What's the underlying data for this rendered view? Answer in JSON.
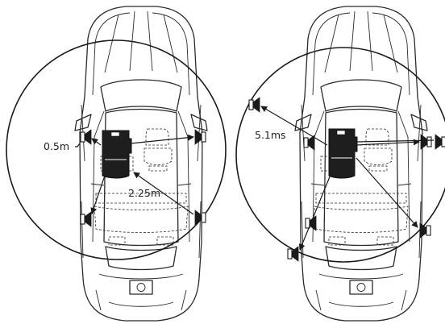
{
  "labels": {
    "distance_near": "0.5m",
    "distance_far": "2.25m",
    "delay": "5.1ms"
  },
  "colors": {
    "line": "#1a1a1a",
    "seat": "#1e1e1e",
    "background": "#ffffff"
  },
  "icons": [
    "car-outline-icon",
    "speaker-icon",
    "listener-seat-icon",
    "arrow-icon"
  ]
}
